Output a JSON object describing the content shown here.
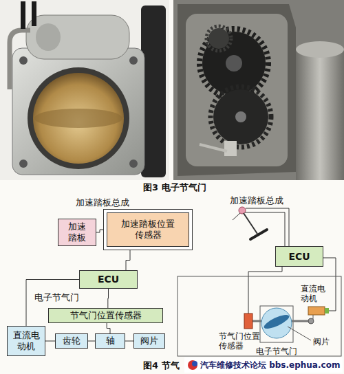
{
  "diagram": {
    "caption": "图4 节气",
    "nodes": [
      {
        "text": [
          "加速踏板总成"
        ]
      },
      {
        "text": [
          "加速踏板"
        ],
        "in": 0
      },
      {
        "text": [
          "加速踏板位置传感器"
        ],
        "in": 0
      },
      {
        "text": [
          "ECU"
        ]
      },
      {
        "text": [
          "电子节气门"
        ]
      },
      {
        "text": [
          "节气门位置传感器"
        ],
        "in": 4
      },
      {
        "text": [
          "直流电动机"
        ],
        "in": 4
      },
      {
        "text": [
          "齿轮"
        ],
        "in": 4
      },
      {
        "text": [
          "轴"
        ],
        "in": 4
      },
      {
        "text": [
          "阀片"
        ],
        "in": 4
      },
      {
        "text": [
          "ECU"
        ]
      }
    ],
    "edges": [
      {
        "from": 1,
        "to": 2,
        "arrow": "none"
      },
      {
        "from": 2,
        "to": 3,
        "arrow": "none"
      },
      {
        "from": 3,
        "to": 6,
        "arrow": "none"
      },
      {
        "from": 3,
        "to": 5,
        "arrow": "none"
      },
      {
        "from": 6,
        "to": 7,
        "arrow": "none"
      },
      {
        "from": 7,
        "to": 8,
        "arrow": "none"
      },
      {
        "from": 8,
        "to": 9,
        "arrow": "none"
      },
      {
        "from": 8,
        "to": 5,
        "arrow": "none"
      }
    ],
    "labels": [
      "图3 电子节气门",
      "加速踏板总成",
      "直流电动机",
      "节气门位置传感器",
      "阀片",
      "电子节气门",
      "汽车维修技术论坛 bbs.ephua.com"
    ]
  }
}
